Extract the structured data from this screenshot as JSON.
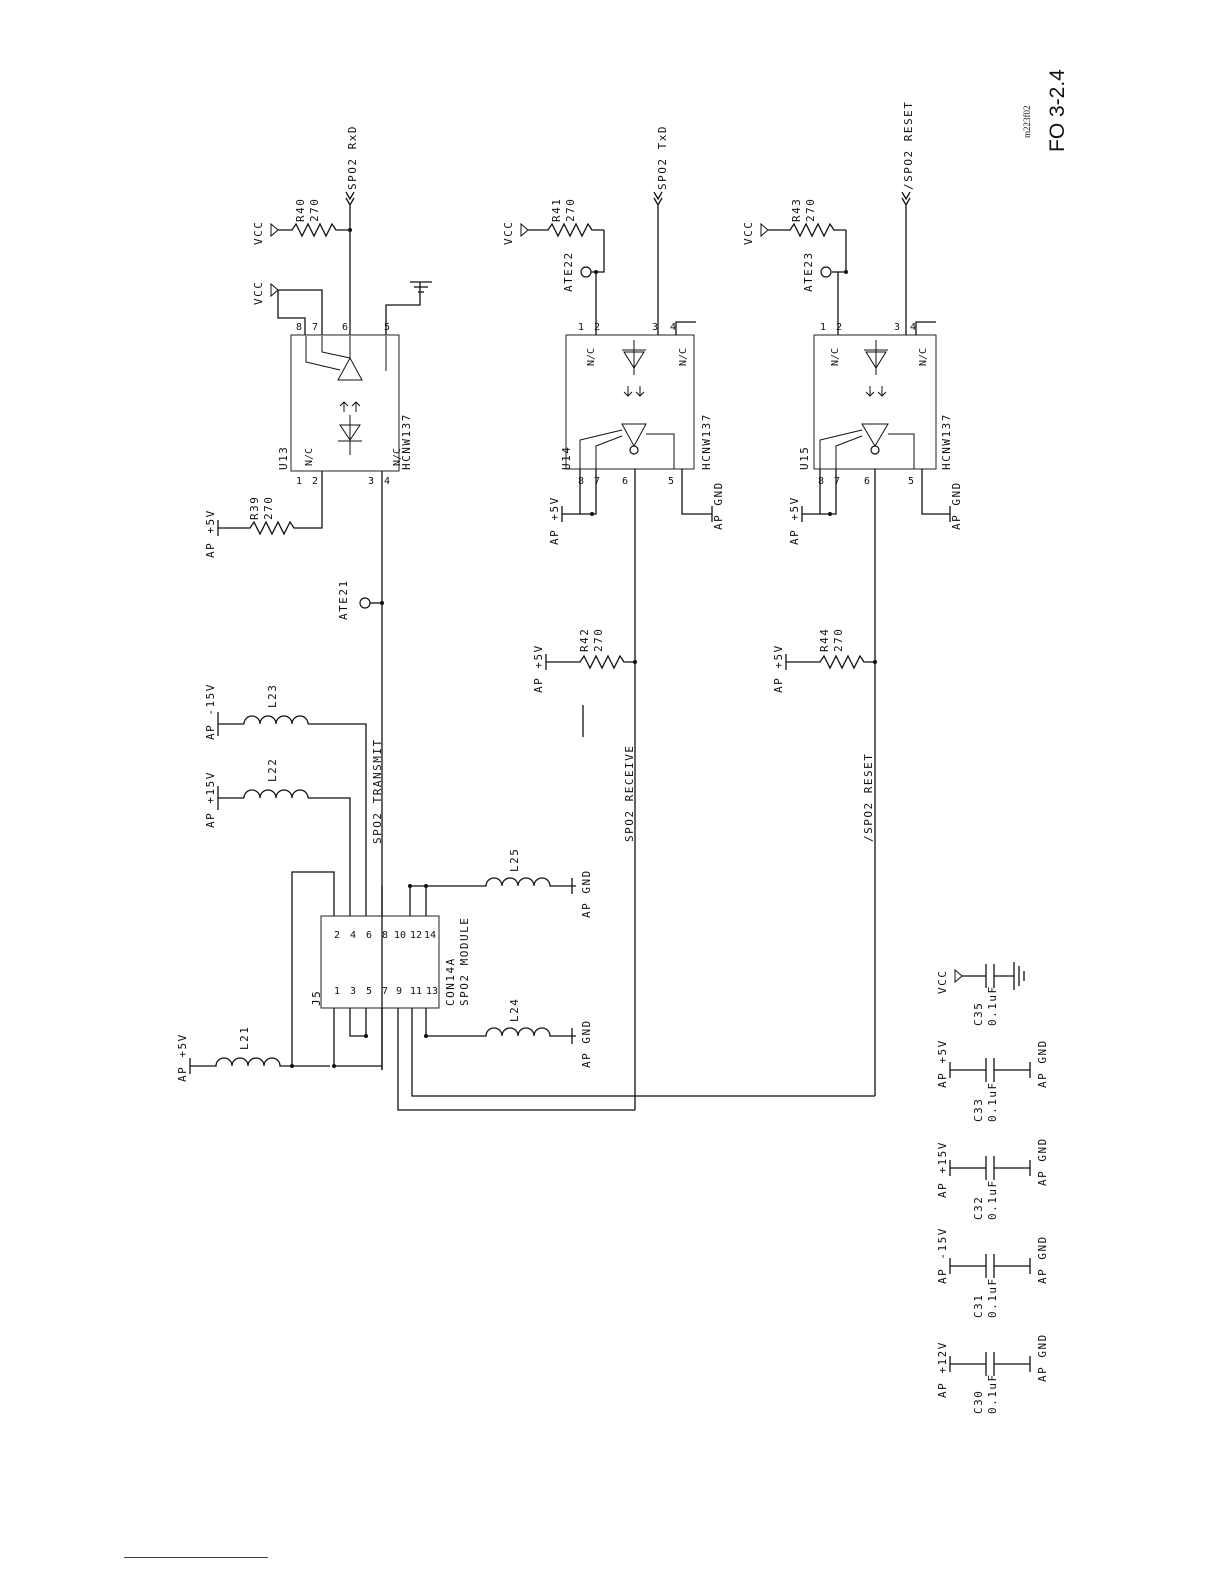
{
  "figure": {
    "number": "FO 3-2.4",
    "code": "m223f02"
  },
  "components": {
    "u13": {
      "ref": "U13",
      "part": "HCNW137",
      "nc1": "N/C",
      "nc2": "N/C",
      "pins": [
        "1",
        "2",
        "3",
        "4",
        "5",
        "6",
        "7",
        "8"
      ]
    },
    "u14": {
      "ref": "U14",
      "part": "HCNW137",
      "nc1": "N/C",
      "nc2": "N/C",
      "pins": [
        "1",
        "2",
        "3",
        "4",
        "5",
        "6",
        "7",
        "8"
      ]
    },
    "u15": {
      "ref": "U15",
      "part": "HCNW137",
      "nc1": "N/C",
      "nc2": "N/C",
      "pins": [
        "1",
        "2",
        "3",
        "4",
        "5",
        "6",
        "7",
        "8"
      ]
    },
    "j5": {
      "ref": "J5",
      "part": "CON14A",
      "desc": "SPO2 MODULE",
      "odd_pins": [
        "1",
        "3",
        "5",
        "7",
        "9",
        "11",
        "13"
      ],
      "even_pins": [
        "2",
        "4",
        "6",
        "8",
        "10",
        "12",
        "14"
      ]
    },
    "resistors": {
      "r39": {
        "ref": "R39",
        "value": "270"
      },
      "r40": {
        "ref": "R40",
        "value": "270"
      },
      "r41": {
        "ref": "R41",
        "value": "270"
      },
      "r42": {
        "ref": "R42",
        "value": "270"
      },
      "r43": {
        "ref": "R43",
        "value": "270"
      },
      "r44": {
        "ref": "R44",
        "value": "270"
      }
    },
    "inductors": {
      "l21": "L21",
      "l22": "L22",
      "l23": "L23",
      "l24": "L24",
      "l25": "L25"
    },
    "capacitors": {
      "c30": {
        "ref": "C30",
        "value": "0.1uF"
      },
      "c31": {
        "ref": "C31",
        "value": "0.1uF"
      },
      "c32": {
        "ref": "C32",
        "value": "0.1uF"
      },
      "c33": {
        "ref": "C33",
        "value": "0.1uF"
      },
      "c35": {
        "ref": "C35",
        "value": "0.1uF"
      }
    },
    "testpoints": {
      "ate21": "ATE21",
      "ate22": "ATE22",
      "ate23": "ATE23"
    }
  },
  "rails": {
    "ap_5v": "AP  +5V",
    "ap_15v": "AP  +15V",
    "ap_m15v": "AP  -15V",
    "ap_12v": "AP  +12V",
    "ap_gnd": "AP  GND",
    "vcc": "VCC"
  },
  "nets": {
    "spo2_rxd": "SPO2  RxD",
    "spo2_txd": "SPO2  TxD",
    "spo2_reset_port": "/SPO2  RESET",
    "spo2_transmit": "SPO2  TRANSMIT",
    "spo2_receive": "SPO2  RECEIVE",
    "spo2_reset": "/SPO2  RESET"
  }
}
